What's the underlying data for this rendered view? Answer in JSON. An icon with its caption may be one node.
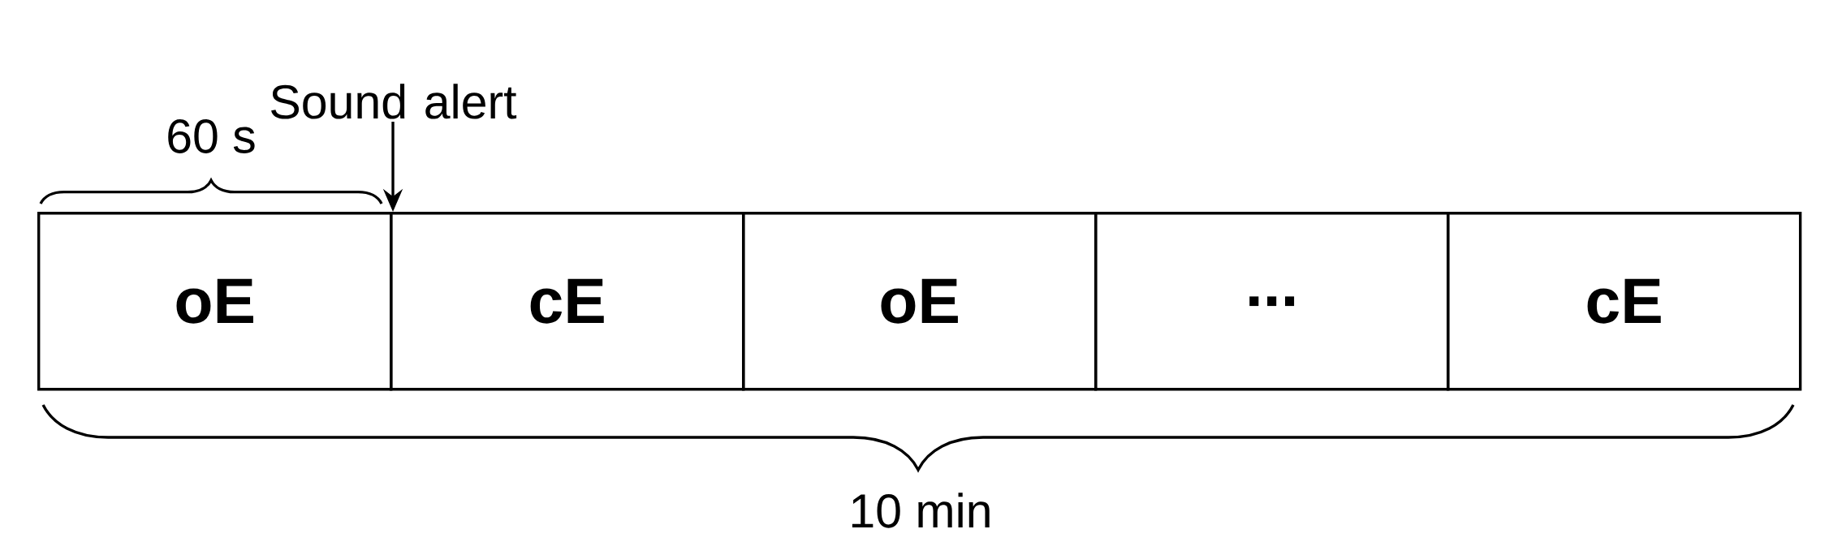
{
  "diagram": {
    "nodes": [
      {
        "text": [
          "Sound alert"
        ]
      },
      {
        "text": [
          "oE"
        ]
      },
      {
        "text": [
          "cE"
        ]
      },
      {
        "text": [
          "oE"
        ]
      },
      {
        "text": [
          "..."
        ]
      },
      {
        "text": [
          "cE"
        ]
      }
    ],
    "edges": [
      {
        "from": 0,
        "to": 2,
        "arrow": "to"
      }
    ],
    "labels": [
      "60 s",
      "10 min"
    ]
  }
}
